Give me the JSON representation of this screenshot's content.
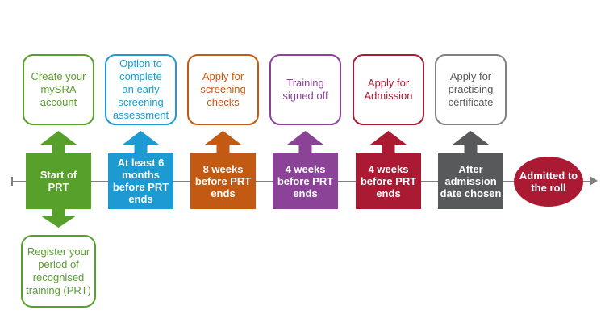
{
  "palette": {
    "green": "#58a02c",
    "blue": "#1e9ad2",
    "orange": "#c35a13",
    "purple": "#8b4397",
    "crimson": "#ab1a33",
    "gray": "#58595b",
    "timeline_line": "#7f7f7f",
    "background": "#ffffff"
  },
  "steps": [
    {
      "action": "Create your\nmySRA\naccount",
      "node": "Start of\nPRT",
      "color": "#58a02c"
    },
    {
      "action": "Option to\ncomplete\nan early\nscreening\nassessment",
      "node": "At least 6\nmonths\nbefore PRT\nends",
      "color": "#1e9ad2"
    },
    {
      "action": "Apply for\nscreening\nchecks",
      "node": "8 weeks\nbefore PRT\nends",
      "color": "#c35a13"
    },
    {
      "action": "Training\nsigned off",
      "node": "4 weeks\nbefore PRT\nends",
      "color": "#8b4397"
    },
    {
      "action": "Apply for\nAdmission",
      "node": "4 weeks\nbefore PRT\nends",
      "color": "#ab1a33"
    },
    {
      "action": "Apply for\npractising\ncertificate",
      "node": "After\nadmission\ndate chosen",
      "color": "#58595b"
    }
  ],
  "start_branch": {
    "label": "Register your\nperiod of\nrecognised\ntraining (PRT)",
    "color": "#58a02c"
  },
  "end_node": {
    "label": "Admitted to\nthe roll",
    "color": "#ab1a33"
  }
}
